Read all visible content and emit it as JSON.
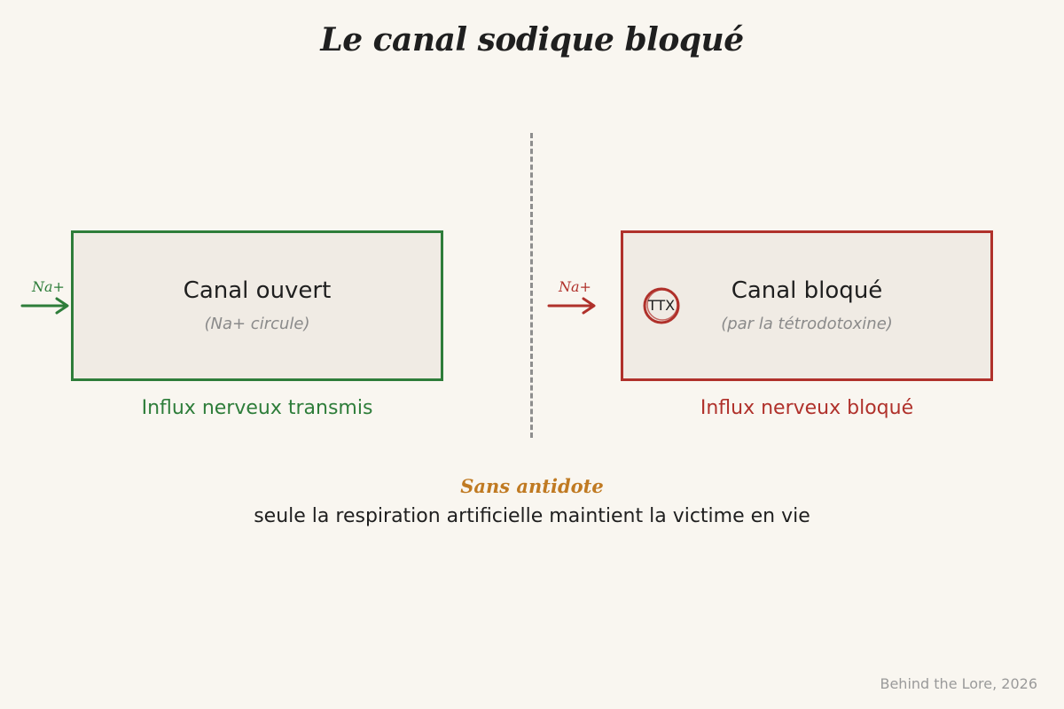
{
  "title": "Le canal sodique bloqué",
  "left_panel": {
    "na_label": "Na+",
    "box_title": "Canal ouvert",
    "box_subtitle": "(Na+ circule)",
    "caption": "Influx nerveux transmis"
  },
  "right_panel": {
    "na_label": "Na+",
    "toxin_label": "TTX",
    "box_title": "Canal bloqué",
    "box_subtitle": "(par la tétrodotoxine)",
    "caption": "Influx nerveux bloqué"
  },
  "note": {
    "title": "Sans antidote",
    "text": "seule la respiration artificielle maintient la victime en vie"
  },
  "footer": "Behind the Lore, 2026",
  "colors": {
    "background": "#f9f6f0",
    "open_green": "#2e7d3a",
    "blocked_red": "#b0312b",
    "note_orange": "#c07a22",
    "muted_gray": "#8a8a8a"
  }
}
